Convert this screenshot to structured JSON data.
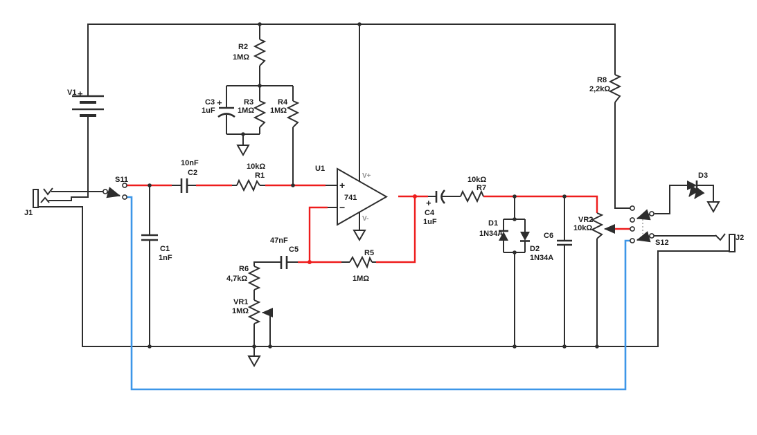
{
  "diagram": {
    "type": "circuit-schematic",
    "background": "#ffffff",
    "colors": {
      "wire": "#2d2d2d",
      "signal_path": "#ee1c1c",
      "bypass_path": "#3c96e8",
      "label": "#1b1b1b",
      "power_pin_label": "#8f8f8f"
    },
    "components": {
      "v1": {
        "ref": "V1",
        "polarity": "+"
      },
      "r1": {
        "ref": "R1",
        "value": "10kΩ"
      },
      "r2": {
        "ref": "R2",
        "value": "1MΩ"
      },
      "r3": {
        "ref": "R3",
        "value": "1MΩ"
      },
      "r4": {
        "ref": "R4",
        "value": "1MΩ"
      },
      "r5": {
        "ref": "R5",
        "value": "1MΩ"
      },
      "r6": {
        "ref": "R6",
        "value": "4,7kΩ"
      },
      "r7": {
        "ref": "R7",
        "value": "10kΩ"
      },
      "r8": {
        "ref": "R8",
        "value": "2,2kΩ"
      },
      "vr1": {
        "ref": "VR1",
        "value": "1MΩ"
      },
      "vr2": {
        "ref": "VR2",
        "value": "10kΩ"
      },
      "c1": {
        "ref": "C1",
        "value": "1nF"
      },
      "c2": {
        "ref": "C2",
        "value": "10nF"
      },
      "c3": {
        "ref": "C3",
        "value": "1uF",
        "polarity": "+"
      },
      "c4": {
        "ref": "C4",
        "value": "1uF",
        "polarity": "+"
      },
      "c5": {
        "ref": "C5",
        "value": "47nF"
      },
      "c6": {
        "ref": "C6"
      },
      "d1": {
        "ref": "D1",
        "value": "1N34A"
      },
      "d2": {
        "ref": "D2",
        "value": "1N34A"
      },
      "d3": {
        "ref": "D3"
      },
      "u1": {
        "ref": "U1",
        "value": "741",
        "noninverting_input": "+",
        "inverting_input": "−",
        "positive_supply": "V+",
        "negative_supply": "V-"
      },
      "s11": {
        "ref": "S11"
      },
      "s12": {
        "ref": "S12"
      },
      "j1": {
        "ref": "J1"
      },
      "j2": {
        "ref": "J2"
      }
    }
  }
}
